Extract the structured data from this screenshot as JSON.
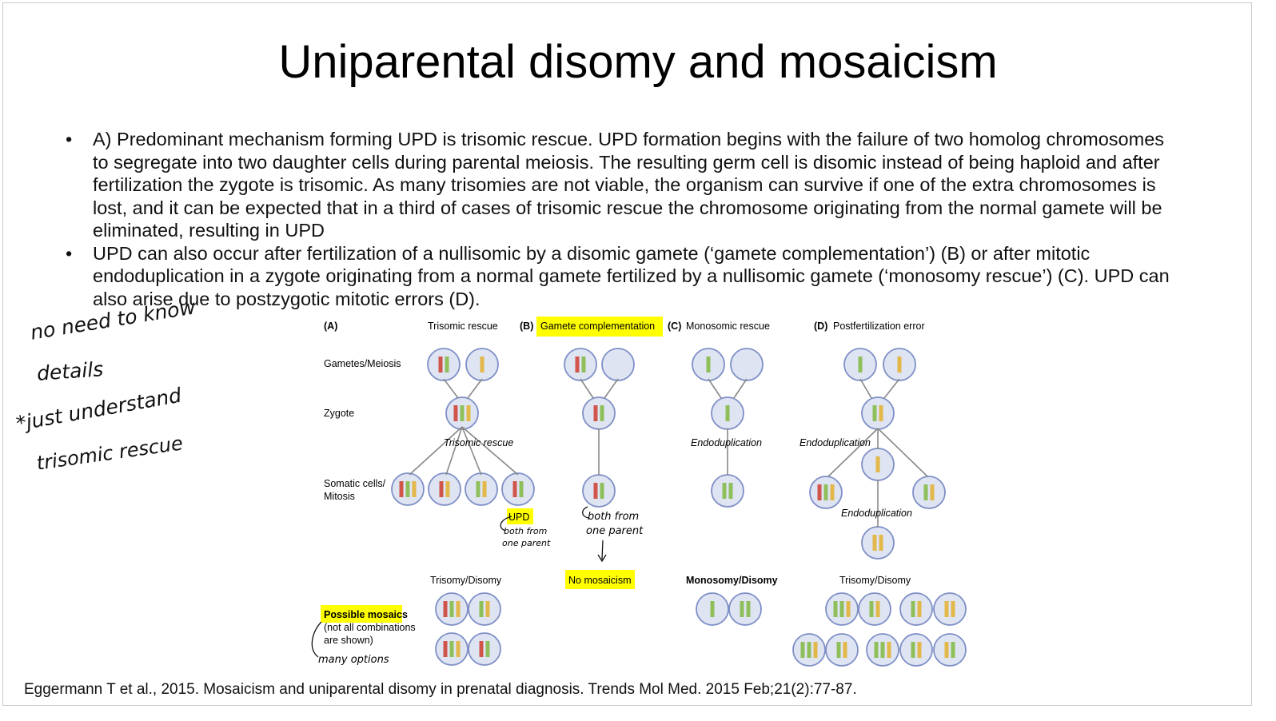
{
  "title": "Uniparental disomy and mosaicism",
  "bullets": [
    "A) Predominant mechanism forming UPD is trisomic rescue. UPD formation begins with the failure of two homolog chromosomes to segregate into two daughter cells during parental meiosis. The resulting germ cell is disomic instead of being haploid and after fertilization the zygote is trisomic. As many trisomies are not viable, the organism can survive if one of the extra chromosomes is lost, and it can be expected that in a third of cases of trisomic rescue the chromosome originating from the normal gamete will be eliminated, resulting in UPD",
    "UPD can also occur after fertilization of a nullisomic by a disomic gamete (‘gamete complementation’) (B) or after mitotic endoduplication in a zygote originating from a normal gamete fertilized by a nullisomic gamete (‘monosomy rescue’) (C). UPD can also arise due to postzygotic mitotic errors (D)."
  ],
  "bullet_symbol": "•",
  "handwritten": {
    "note1_line1": "no need to know",
    "note1_line2": "details",
    "note2_line1": "*just understand",
    "note2_line2": "trisomic rescue",
    "upd_note_line1": "both from",
    "upd_note_line2": "one parent",
    "b_note_line1": "both from",
    "b_note_line2": "one parent",
    "mosaic_note": "many options"
  },
  "figure": {
    "panel_a_letter": "(A)",
    "panel_a_title": "Trisomic rescue",
    "panel_b_letter": "(B)",
    "panel_b_title": "Gamete complementation",
    "panel_c_letter": "(C)",
    "panel_c_title": "Monosomic rescue",
    "panel_d_letter": "(D)",
    "panel_d_title": "Postfertilization error",
    "row_gametes": "Gametes/Meiosis",
    "row_zygote": "Zygote",
    "row_somatic_1": "Somatic cells/",
    "row_somatic_2": "Mitosis",
    "trisomic_rescue_label": "Trisomic rescue",
    "endoduplication_label": "Endoduplication",
    "upd_label": "UPD",
    "outcome_a": "Trisomy/Disomy",
    "outcome_b": "No mosaicism",
    "outcome_c": "Monosomy/Disomy",
    "outcome_d": "Trisomy/Disomy",
    "possible_mosaics": "Possible mosaics",
    "mosaics_note_1": "(not all combinations",
    "mosaics_note_2": "are shown)",
    "colors": {
      "red": "#d0554a",
      "green": "#8fbf5a",
      "yellow": "#e3b84a",
      "cell_fill": "#dfe4f3",
      "cell_stroke": "#7e8fc6",
      "highlight": "#ffff00",
      "line": "#888888"
    }
  },
  "citation": "Eggermann T et al., 2015. Mosaicism and uniparental disomy in prenatal diagnosis. Trends Mol Med. 2015 Feb;21(2):77-87."
}
